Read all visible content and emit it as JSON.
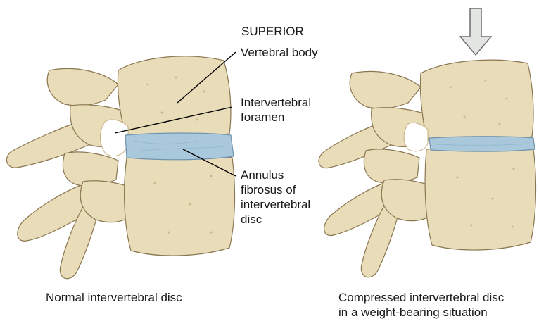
{
  "title": "SUPERIOR",
  "labels": {
    "vertebral_body": "Vertebral body",
    "foramen": "Intervertebral\nforamen",
    "annulus": "Annulus\nfibrosus of\nintervertebral\ndisc"
  },
  "captions": {
    "normal": "Normal intervertebral disc",
    "compressed": "Compressed intervertebral disc\nin a weight-bearing situation"
  },
  "colors": {
    "bone": "#e9dcb9",
    "bone_shadow": "#c9b68c",
    "bone_outline": "#8a7650",
    "disc": "#a9c8dc",
    "disc_outline": "#6f93ad",
    "arrow_fill": "#e3e5e3",
    "arrow_stroke": "#6e6e6e",
    "leader": "#000000"
  }
}
